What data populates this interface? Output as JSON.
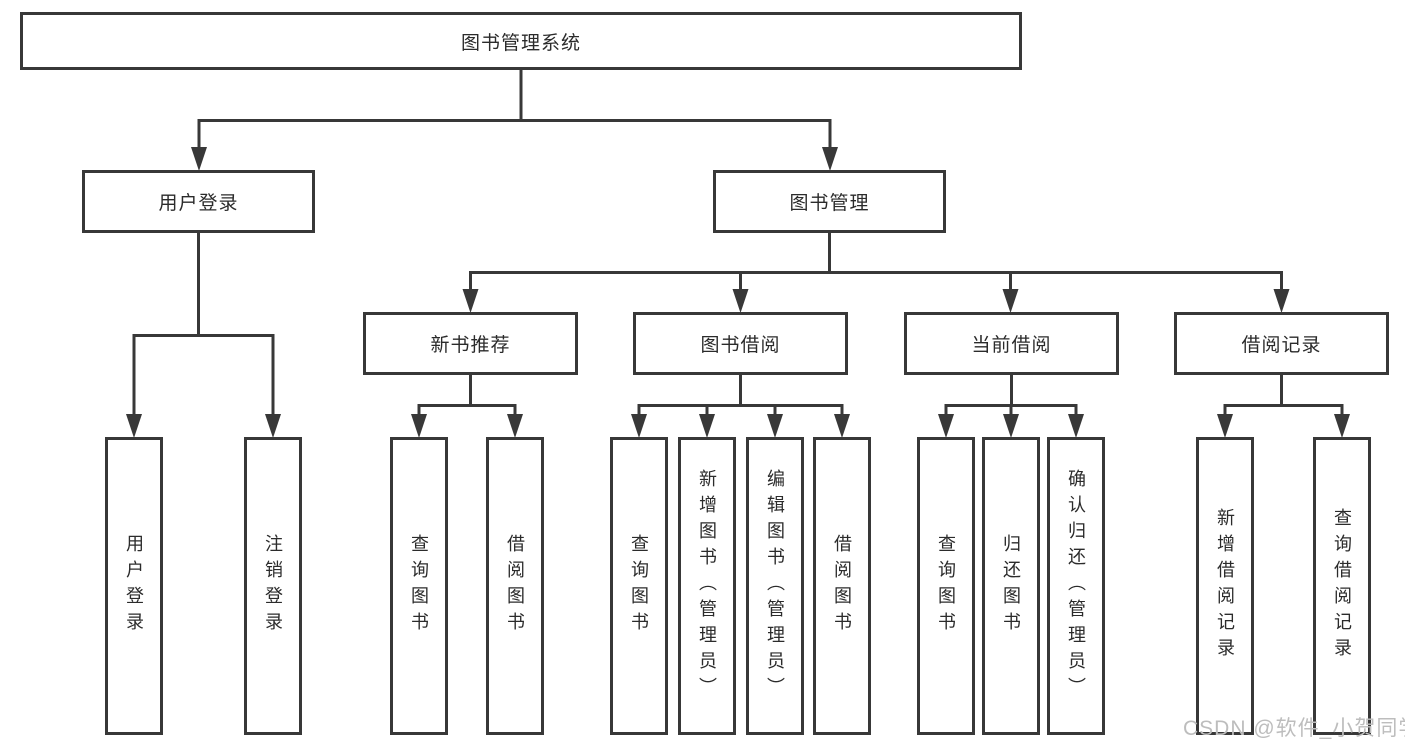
{
  "diagram": {
    "root": {
      "label": "图书管理系统"
    },
    "level1": [
      {
        "label": "用户登录"
      },
      {
        "label": "图书管理"
      }
    ],
    "level2": [
      {
        "label": "新书推荐"
      },
      {
        "label": "图书借阅"
      },
      {
        "label": "当前借阅"
      },
      {
        "label": "借阅记录"
      }
    ],
    "leaves": {
      "user_login": [
        "用户登录",
        "注销登录"
      ],
      "new_book": [
        "查询图书",
        "借阅图书"
      ],
      "book_borrow": [
        "查询图书",
        "新增图书（管理员）",
        "编辑图书（管理员）",
        "借阅图书"
      ],
      "current_borrow": [
        "查询图书",
        "归还图书",
        "确认归还（管理员）"
      ],
      "borrow_records": [
        "新增借阅记录",
        "查询借阅记录"
      ]
    }
  },
  "watermark": {
    "text": "CSDN @软件_小贺同学"
  },
  "colors": {
    "line": "#383838",
    "text": "#2b2b2b",
    "watermark": "#bdbdbd",
    "background": "#ffffff"
  }
}
